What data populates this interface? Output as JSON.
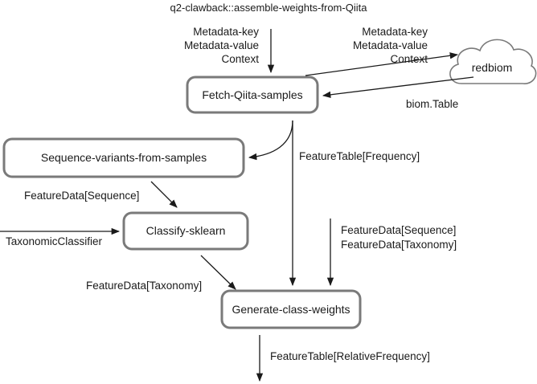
{
  "title": "q2-clawback::assemble-weights-from-Qiita",
  "nodes": {
    "fetch": "Fetch-Qiita-samples",
    "sequence_variants": "Sequence-variants-from-samples",
    "classify": "Classify-sklearn",
    "generate": "Generate-class-weights",
    "redbiom": "redbiom"
  },
  "labels": {
    "input_left": [
      "Metadata-key",
      "Metadata-value",
      "Context"
    ],
    "to_redbiom": [
      "Metadata-key",
      "Metadata-value",
      "Context"
    ],
    "biom_table": "biom.Table",
    "feature_table_frequency": "FeatureTable[Frequency]",
    "feature_data_sequence": "FeatureData[Sequence]",
    "taxonomic_classifier": "TaxonomicClassifier",
    "feature_data_taxonomy": "FeatureData[Taxonomy]",
    "inputs_right": [
      "FeatureData[Sequence]",
      "FeatureData[Taxonomy]"
    ],
    "output": "FeatureTable[RelativeFrequency]"
  }
}
